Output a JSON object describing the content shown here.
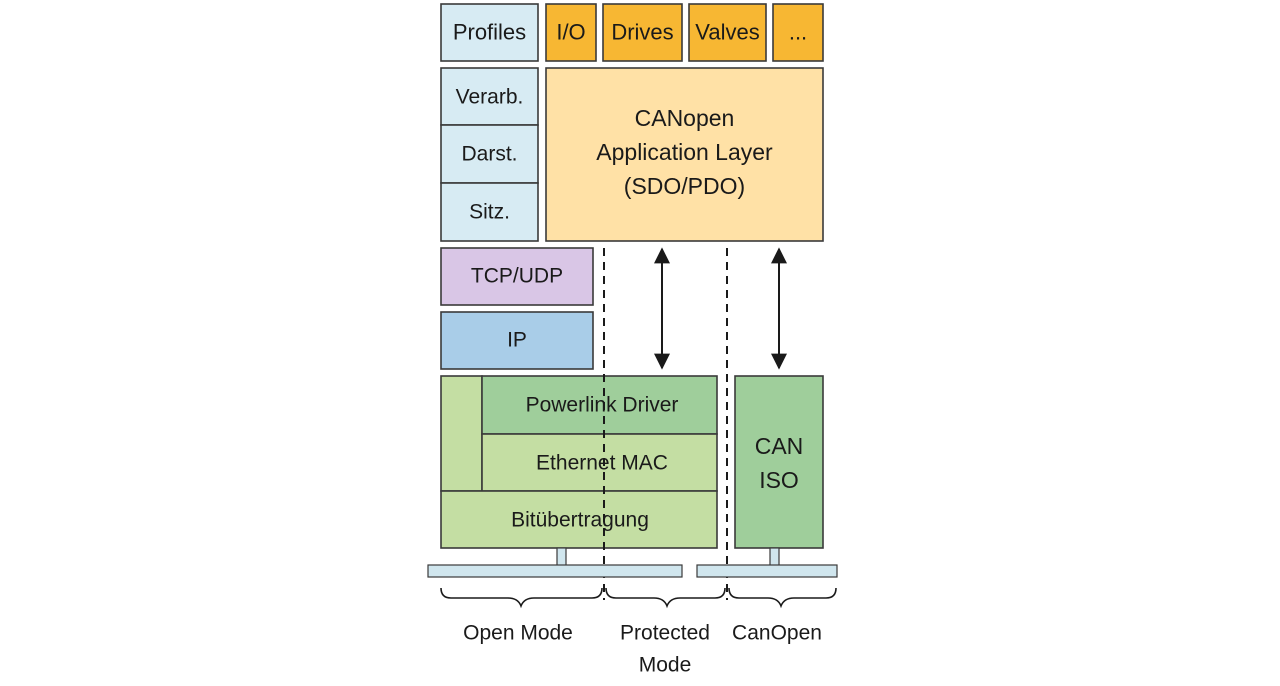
{
  "colors": {
    "profile_blue": "#d7ebf3",
    "device_orange": "#f7b733",
    "app_layer": "#ffe1a6",
    "tcpudp_purple": "#d9c6e6",
    "ip_blue": "#a9cde8",
    "green_light": "#c4dea3",
    "green_dark": "#9fce9b",
    "bus_blue": "#d0e6ee"
  },
  "top_row": {
    "profiles": "Profiles",
    "io": "I/O",
    "drives": "Drives",
    "valves": "Valves",
    "more": "..."
  },
  "left_column": {
    "verarb": "Verarb.",
    "darst": "Darst.",
    "sitz": "Sitz."
  },
  "application_layer": {
    "line1": "CANopen",
    "line2": "Application Layer",
    "line3": "(SDO/PDO)"
  },
  "network": {
    "tcp_udp": "TCP/UDP",
    "ip": "IP"
  },
  "ethernet_stack": {
    "powerlink_driver": "Powerlink Driver",
    "ethernet_mac": "Ethernet MAC",
    "bitubertragung": "Bitübertragung"
  },
  "can_box": {
    "line1": "CAN",
    "line2": "ISO"
  },
  "modes": {
    "open": "Open Mode",
    "protected_line1": "Protected",
    "protected_line2": "Mode",
    "canopen": "CanOpen"
  }
}
